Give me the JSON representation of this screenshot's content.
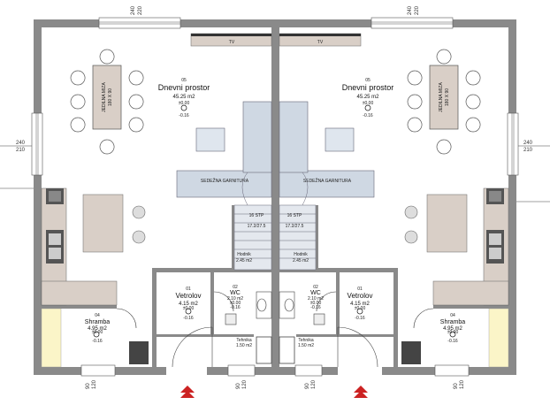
{
  "rooms": {
    "living_left": {
      "num": "05",
      "name": "Dnevni prostor",
      "area": "45.25 m2",
      "lvl1": "±0.00",
      "lvl2": "-0.16"
    },
    "living_right": {
      "num": "05",
      "name": "Dnevni prostor",
      "area": "45.25 m2",
      "lvl1": "±0.00",
      "lvl2": "-0.16"
    },
    "vestibule_left": {
      "num": "01",
      "name": "Vetrolov",
      "area": "4.15 m2",
      "lvl1": "±0.00",
      "lvl2": "-0.16"
    },
    "vestibule_right": {
      "num": "01",
      "name": "Vetrolov",
      "area": "4.15 m2",
      "lvl1": "±0.00",
      "lvl2": "-0.16"
    },
    "wc_left": {
      "num": "02",
      "name": "WC",
      "area": "2.10 m2",
      "lvl1": "±0.00",
      "lvl2": "-0.16"
    },
    "wc_right": {
      "num": "02",
      "name": "WC",
      "area": "2.10 m2",
      "lvl1": "±0.00",
      "lvl2": "-0.16"
    },
    "storage_left": {
      "num": "04",
      "name": "Shramba",
      "area": "4.95 m2",
      "lvl1": "±0.00",
      "lvl2": "-0.16"
    },
    "storage_right": {
      "num": "04",
      "name": "Shramba",
      "area": "4.95 m2",
      "lvl1": "±0.00",
      "lvl2": "-0.16"
    },
    "tech_left": {
      "name": "Tehnika",
      "area": "1.50 m2"
    },
    "tech_right": {
      "name": "Tehnika",
      "area": "1.50 m2"
    },
    "hall_left": {
      "name": "Hodnik",
      "area": "2.45 m2"
    },
    "hall_right": {
      "name": "Hodnik",
      "area": "2.45 m2"
    }
  },
  "stairs": {
    "left": {
      "steps": "16 STP",
      "size": "17.2/27.5"
    },
    "right": {
      "steps": "16 STP",
      "size": "17.2/27.5"
    }
  },
  "furniture": {
    "tv": "TV",
    "sofa": "SEDEŽNA GARNITURA",
    "dining_table": "JEDILNA MIZA",
    "dining_size": "180 X 90"
  },
  "dimensions": {
    "top_left_a": "240",
    "top_left_b": "220",
    "top_right_a": "240",
    "top_right_b": "220",
    "side_left_a": "240",
    "side_left_b": "210",
    "side_right_a": "240",
    "side_right_b": "210",
    "bottom_a": "90",
    "bottom_b": "120"
  },
  "colors": {
    "wall": "#8a8a8a",
    "wall_dark": "#555555",
    "counter": "#d9cfc7",
    "storage_fill": "#fbf5c8",
    "sofa": "#cfd8e3",
    "stair": "#e4e8ee",
    "entrance": "#cc2222"
  }
}
